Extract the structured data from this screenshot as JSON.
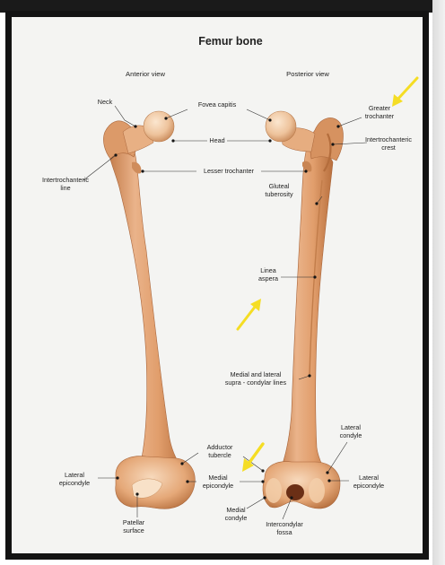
{
  "title": "Femur bone",
  "views": {
    "anterior": "Anterior view",
    "posterior": "Posterior view"
  },
  "labels": {
    "neck": "Neck",
    "fovea_capitis": "Fovea capitis",
    "greater_trochanter": [
      "Greater",
      "trochanter"
    ],
    "head": "Head",
    "intertrochanteric_crest": [
      "Intertrochanteric",
      "crest"
    ],
    "intertrochanteric_line": [
      "Intertrochanteric",
      "line"
    ],
    "lesser_trochanter": "Lesser trochanter",
    "gluteal_tuberosity": [
      "Gluteal",
      "tuberosity"
    ],
    "linea_aspera": [
      "Linea",
      "aspera"
    ],
    "supracondylar_lines": [
      "Medial and lateral",
      "supra - condylar lines"
    ],
    "lateral_condyle": [
      "Lateral",
      "condyle"
    ],
    "adductor_tubercle": [
      "Adductor",
      "tubercle"
    ],
    "lateral_epicondyle_left": [
      "Lateral",
      "epicondyle"
    ],
    "medial_epicondyle": [
      "Medial",
      "epicondyle"
    ],
    "lateral_epicondyle_right": [
      "Lateral",
      "epicondyle"
    ],
    "patellar_surface": [
      "Patellar",
      "surface"
    ],
    "medial_condyle": [
      "Medial",
      "condyle"
    ],
    "intercondylar_fossa": [
      "Intercondylar",
      "fossa"
    ]
  },
  "colors": {
    "bone_light": "#f3c9a2",
    "bone_mid": "#e4a170",
    "bone_dark": "#b8703f",
    "arrow": "#f5dd24",
    "frame": "#131313"
  },
  "arrows": [
    "arrow-top-right",
    "arrow-middle-left",
    "arrow-bottom-center"
  ]
}
